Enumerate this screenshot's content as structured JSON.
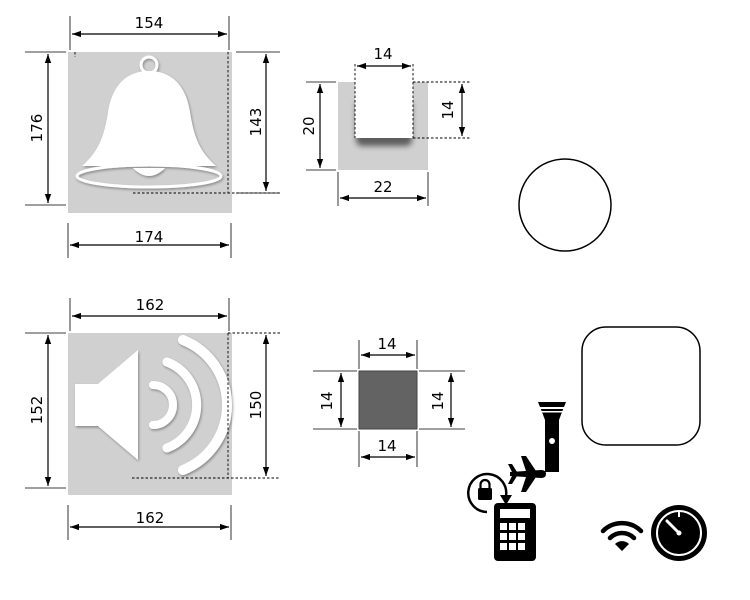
{
  "colors": {
    "panel_gray": "#d0d0d0",
    "dark_square": "#636363",
    "icon_white": "#ffffff",
    "ink": "#000000"
  },
  "bell_panel": {
    "icon": "bell-icon",
    "dims": {
      "top": "154",
      "bottom": "174",
      "left": "176",
      "right": "143"
    }
  },
  "small_square_panel": {
    "icon": "square-outline-icon",
    "dims": {
      "top": "14",
      "bottom": "22",
      "left": "20",
      "right": "14"
    }
  },
  "speaker_panel": {
    "icon": "speaker-volume-icon",
    "dims": {
      "top": "162",
      "bottom": "162",
      "left": "152",
      "right": "150"
    }
  },
  "dark_square_panel": {
    "icon": "filled-square-icon",
    "dims": {
      "top": "14",
      "bottom": "14",
      "left": "14",
      "right": "14"
    }
  },
  "shapes": [
    "circle-shape",
    "rounded-square-shape"
  ],
  "icons": [
    "flashlight-icon",
    "airplane-icon",
    "rotation-lock-icon",
    "calculator-icon",
    "wifi-icon",
    "timer-icon"
  ]
}
